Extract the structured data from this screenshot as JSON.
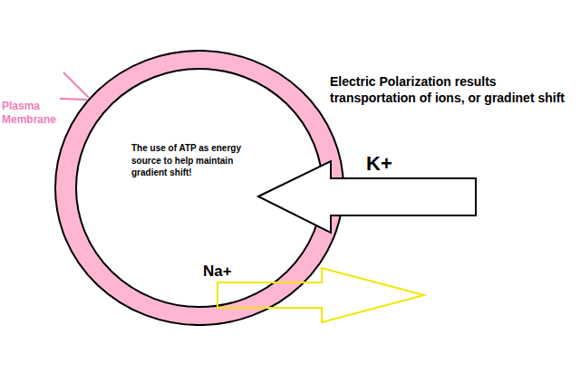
{
  "diagram": {
    "nodes": [
      {
        "text": [
          "The use of ATP as energy source to help maintain gradient shift!"
        ]
      }
    ],
    "labels": [
      "Plasma Membrane",
      "Electric Polarization results transportation of ions, or gradinet shift",
      "K+",
      "Na+"
    ]
  }
}
